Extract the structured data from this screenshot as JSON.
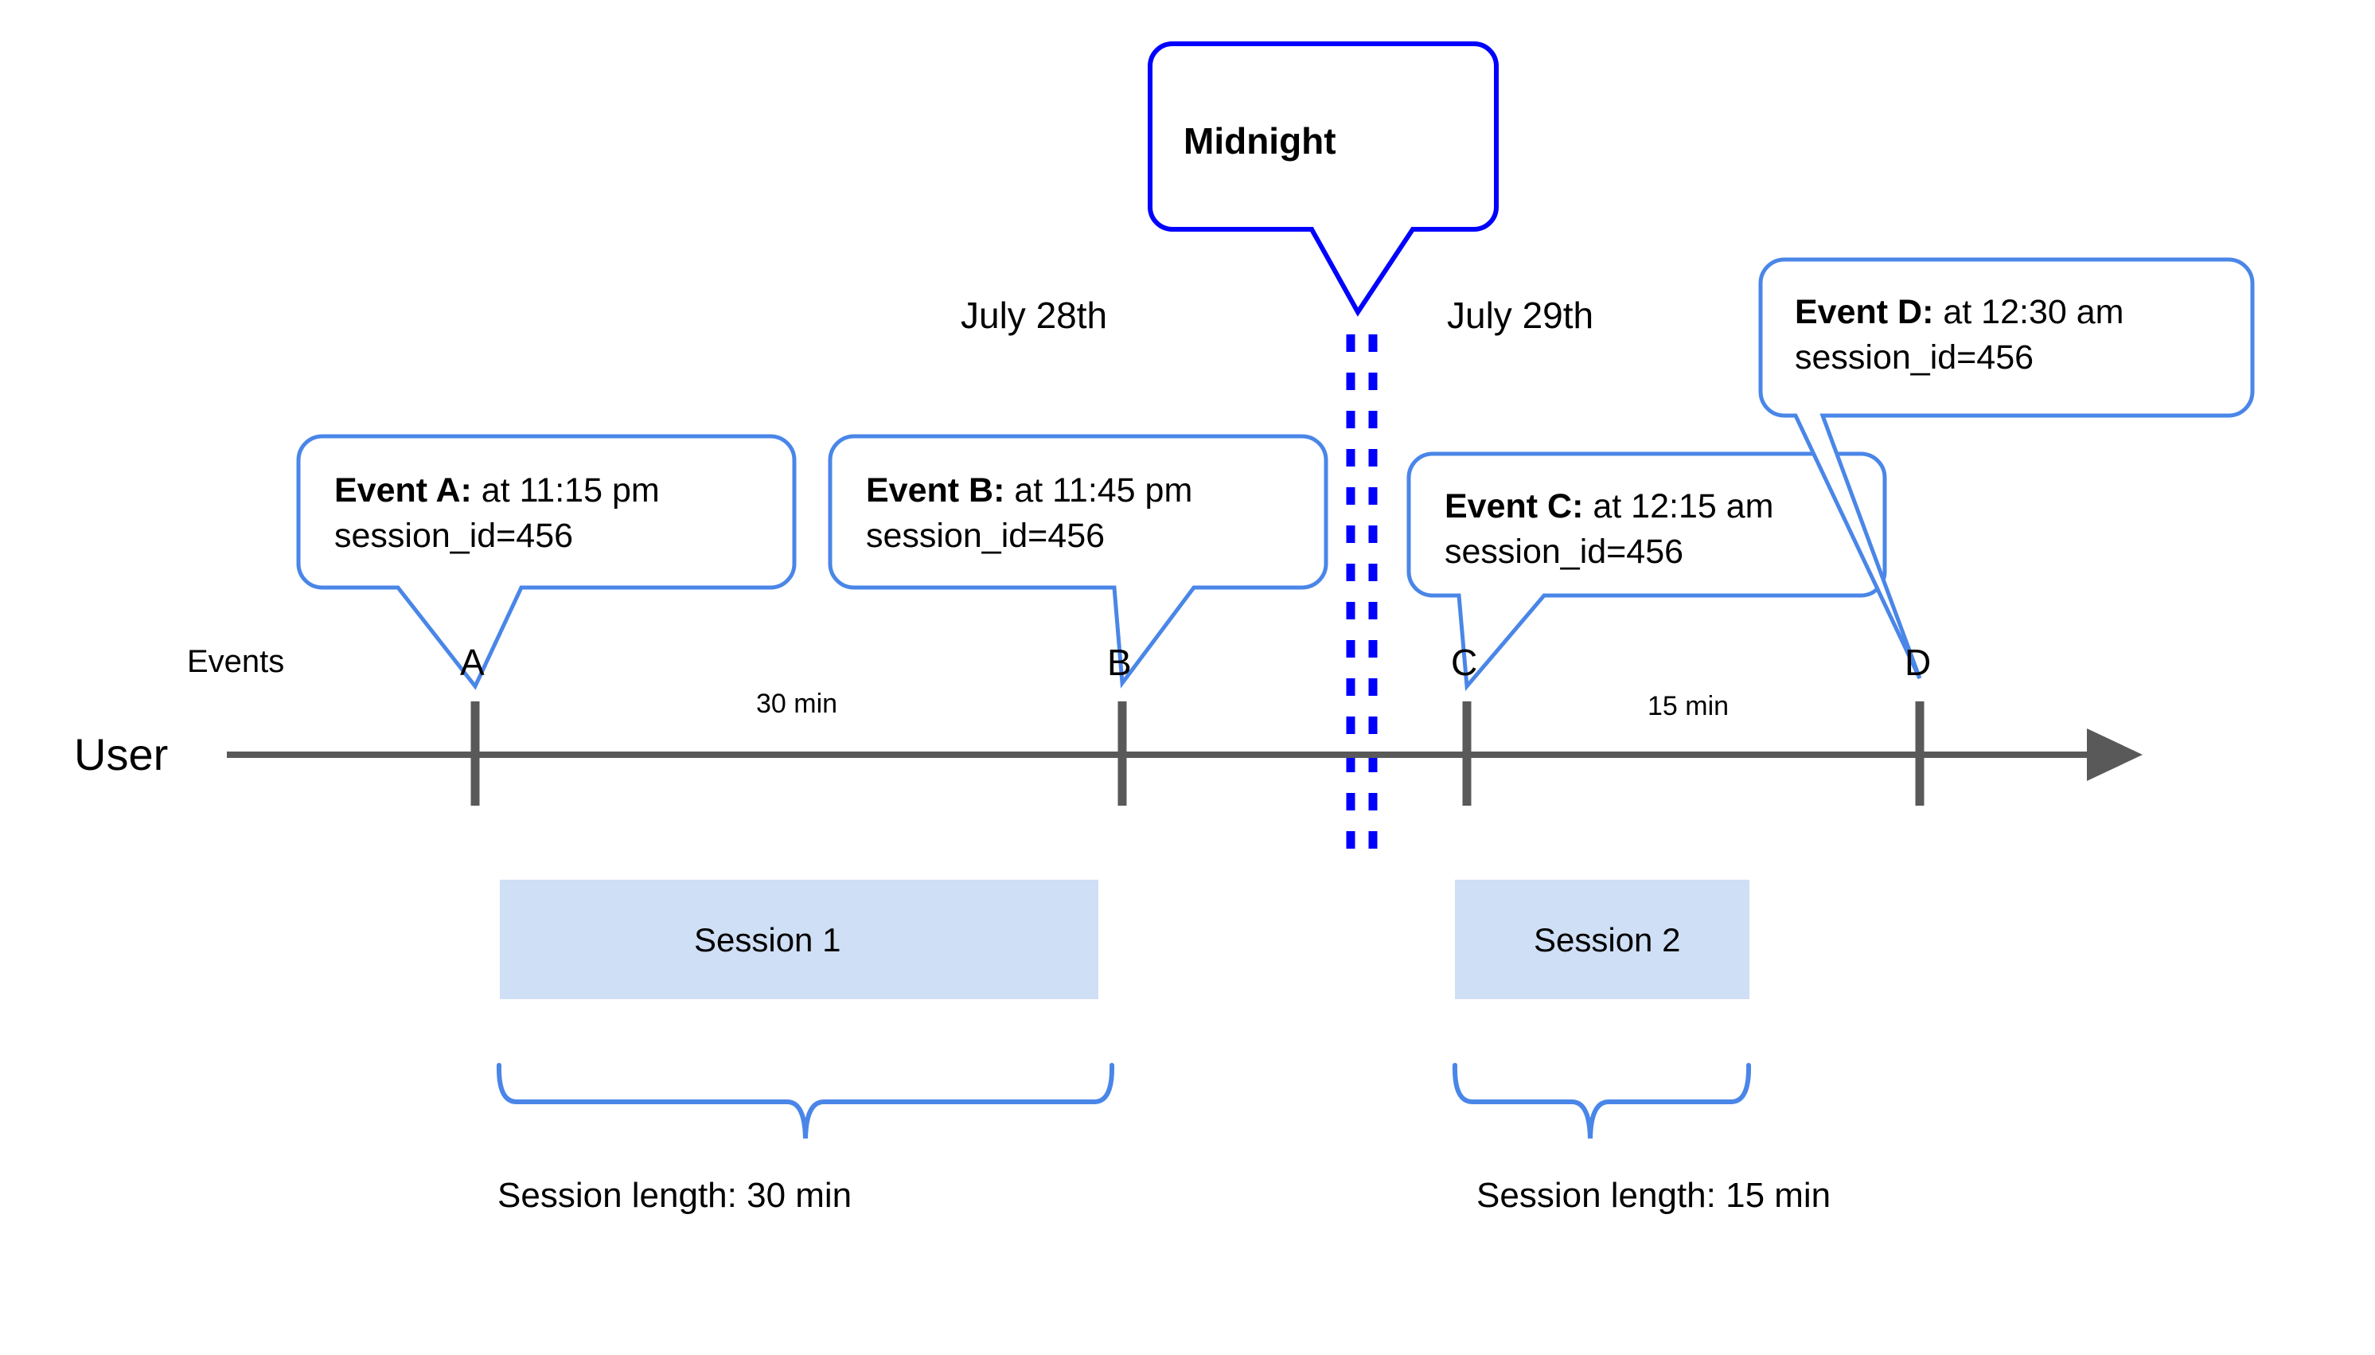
{
  "diagram": {
    "title_annotation": "Midnight",
    "axis": {
      "row_label": "User",
      "events_label": "Events",
      "line_color": "#595959",
      "marker_color": "#595959"
    },
    "dates": [
      {
        "label": "July 28th"
      },
      {
        "label": "July 29th"
      }
    ],
    "midnight": {
      "label": "Midnight",
      "line_color": "#0000ff",
      "style": "double-dashed-vertical"
    },
    "events": [
      {
        "marker": "A",
        "title": "Event A:",
        "detail": " at 11:15 pm",
        "line2": "session_id=456"
      },
      {
        "marker": "B",
        "title": "Event B:",
        "detail": " at 11:45 pm",
        "line2": "session_id=456"
      },
      {
        "marker": "C",
        "title": "Event C:",
        "detail": " at 12:15 am",
        "line2": "session_id=456"
      },
      {
        "marker": "D",
        "title": "Event D:",
        "detail": " at 12:30 am",
        "line2": "session_id=456"
      }
    ],
    "intervals": [
      {
        "label": "30 min"
      },
      {
        "label": "15 min"
      }
    ],
    "sessions": [
      {
        "bar_label": "Session 1",
        "length_label": "Session length: 30 min"
      },
      {
        "bar_label": "Session 2",
        "length_label": "Session length: 15 min"
      }
    ],
    "colors": {
      "callout_border": "#4a86e8",
      "midnight_border": "#0000ff",
      "session_fill": "#cfdff5",
      "brace": "#4a86e8",
      "axis": "#595959"
    }
  }
}
